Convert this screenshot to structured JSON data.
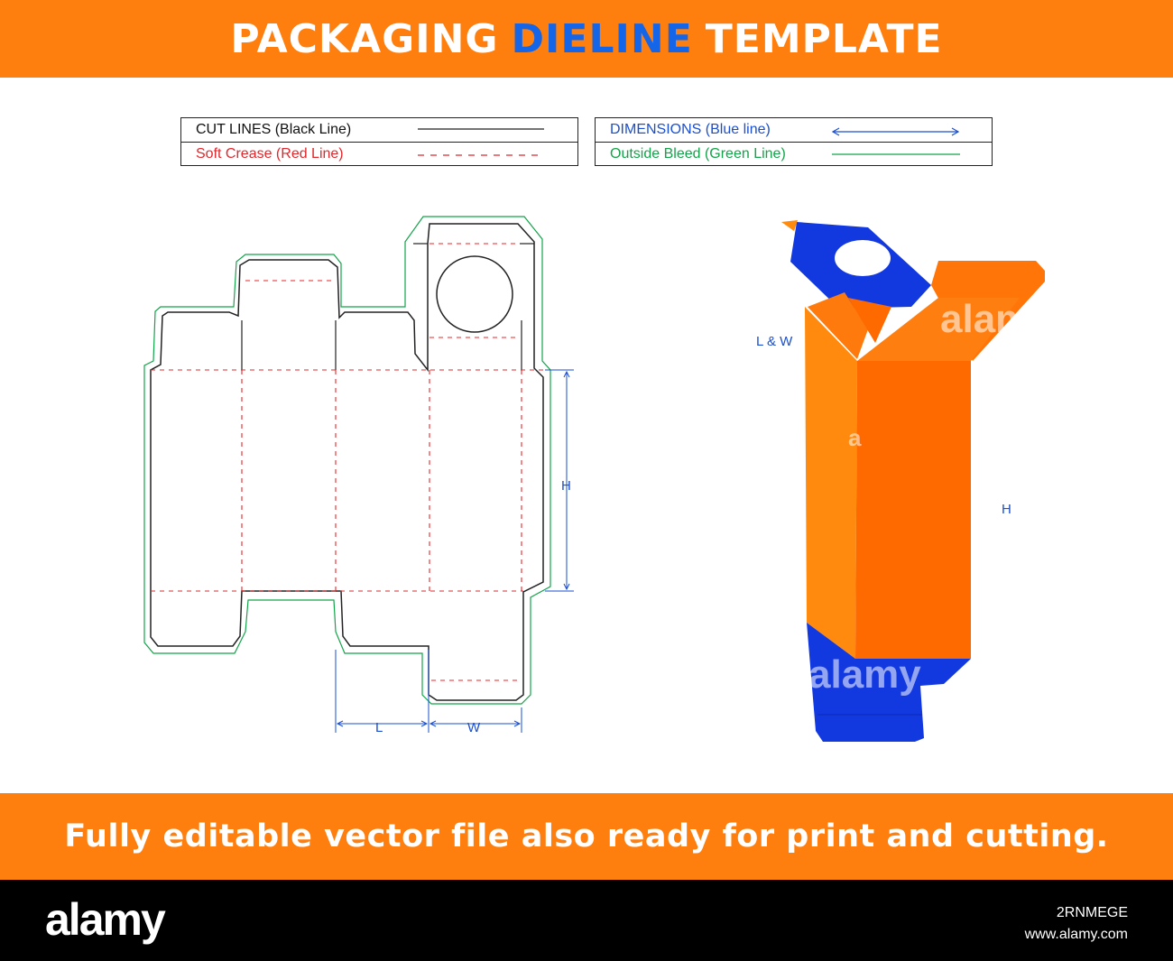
{
  "header": {
    "title_part1": "PACKAGING",
    "title_accent": "DIELINE",
    "title_part2": "TEMPLATE"
  },
  "legend": {
    "cut_lines": "CUT LINES (Black Line)",
    "soft_crease": "Soft Crease (Red Line)",
    "dimensions": "DIMENSIONS (Blue line)",
    "outside_bleed": "Outside Bleed (Green Line)"
  },
  "dimensions": {
    "height": "H",
    "length": "L",
    "width": "W",
    "mockup_lw": "L & W",
    "mockup_h": "H"
  },
  "watermark": {
    "text": "alamy",
    "letter": "a"
  },
  "footer": {
    "text": "Fully editable vector file also ready for print and cutting."
  },
  "stock": {
    "logo": "alamy",
    "image_id": "2RNMEGE",
    "site": "www.alamy.com"
  },
  "colors": {
    "orange": "#ff7f0e",
    "blue_accent": "#1565e8",
    "cut_line": "#222222",
    "crease_line": "#e0282c",
    "dimension_line": "#1a4fd1",
    "bleed_line": "#13a34a",
    "box_orange_light": "#ff8a0d",
    "box_orange_dark": "#ff6a00",
    "box_blue": "#1238e0"
  }
}
